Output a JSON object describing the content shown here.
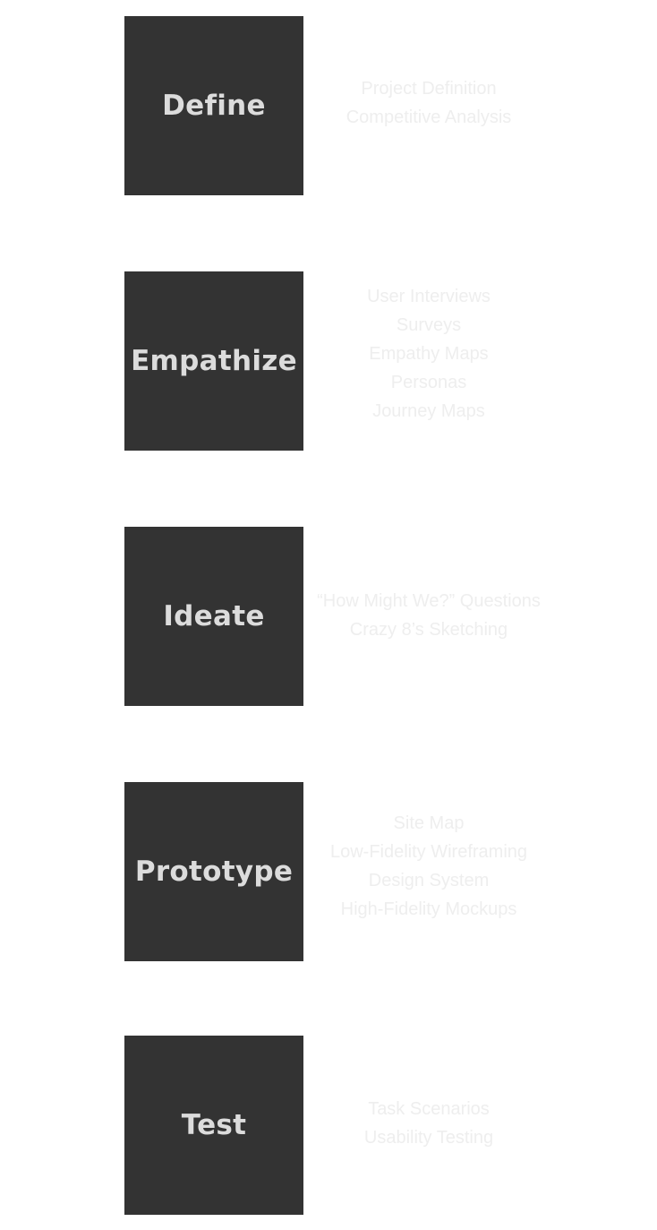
{
  "stages": [
    {
      "title": "Define",
      "methods": [
        "Project Definition",
        "Competitive Analysis"
      ]
    },
    {
      "title": "Empathize",
      "methods": [
        "User Interviews",
        "Surveys",
        "Empathy Maps",
        "Personas",
        "Journey Maps"
      ]
    },
    {
      "title": "Ideate",
      "methods": [
        "“How Might We?” Questions",
        "Crazy 8’s Sketching"
      ]
    },
    {
      "title": "Prototype",
      "methods": [
        "Site Map",
        "Low-Fidelity Wireframing",
        "Design System",
        "High-Fidelity Mockups"
      ]
    },
    {
      "title": "Test",
      "methods": [
        "Task Scenarios",
        "Usability Testing"
      ]
    }
  ],
  "colors": {
    "page_background": "#ffffff",
    "box_background": "#333333",
    "box_text": "#dcdcdc",
    "method_text": "#eeeeee"
  }
}
